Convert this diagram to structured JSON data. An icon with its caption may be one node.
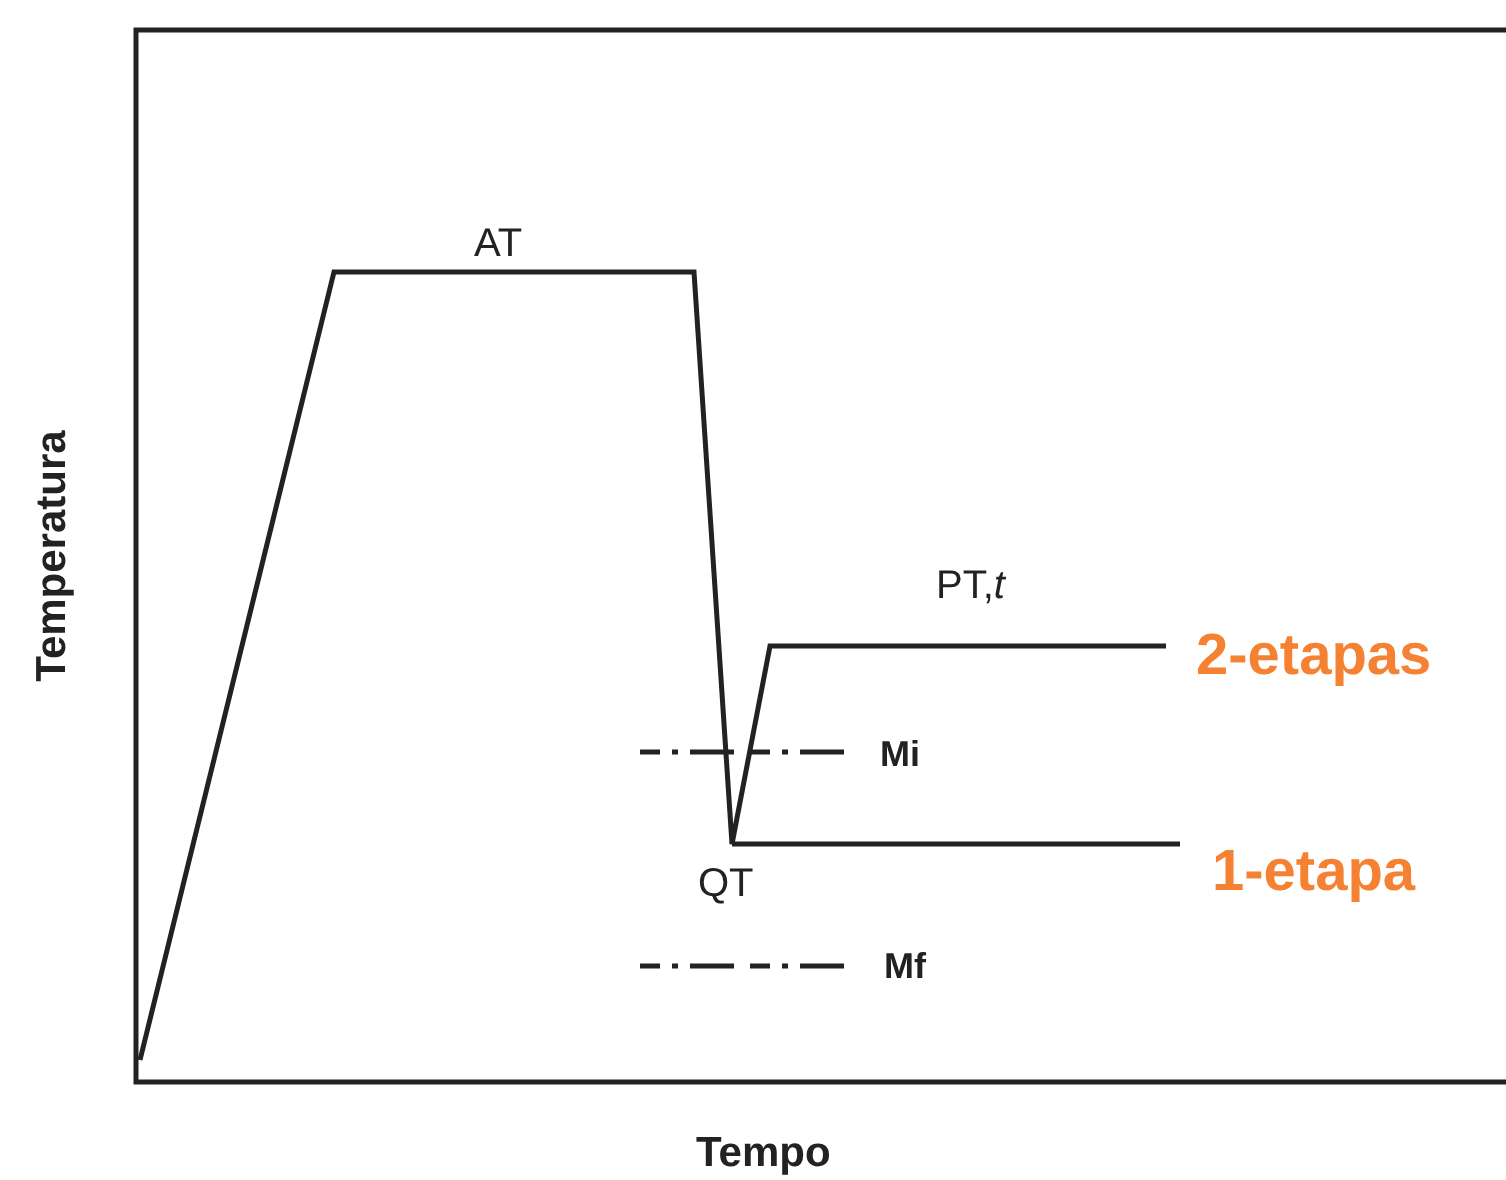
{
  "diagram": {
    "labels": [
      "AT",
      "PT,*t*",
      "2-etapas",
      "Mi",
      "QT",
      "1-etapa",
      "Mf",
      "Temperatura",
      "Tempo"
    ]
  }
}
